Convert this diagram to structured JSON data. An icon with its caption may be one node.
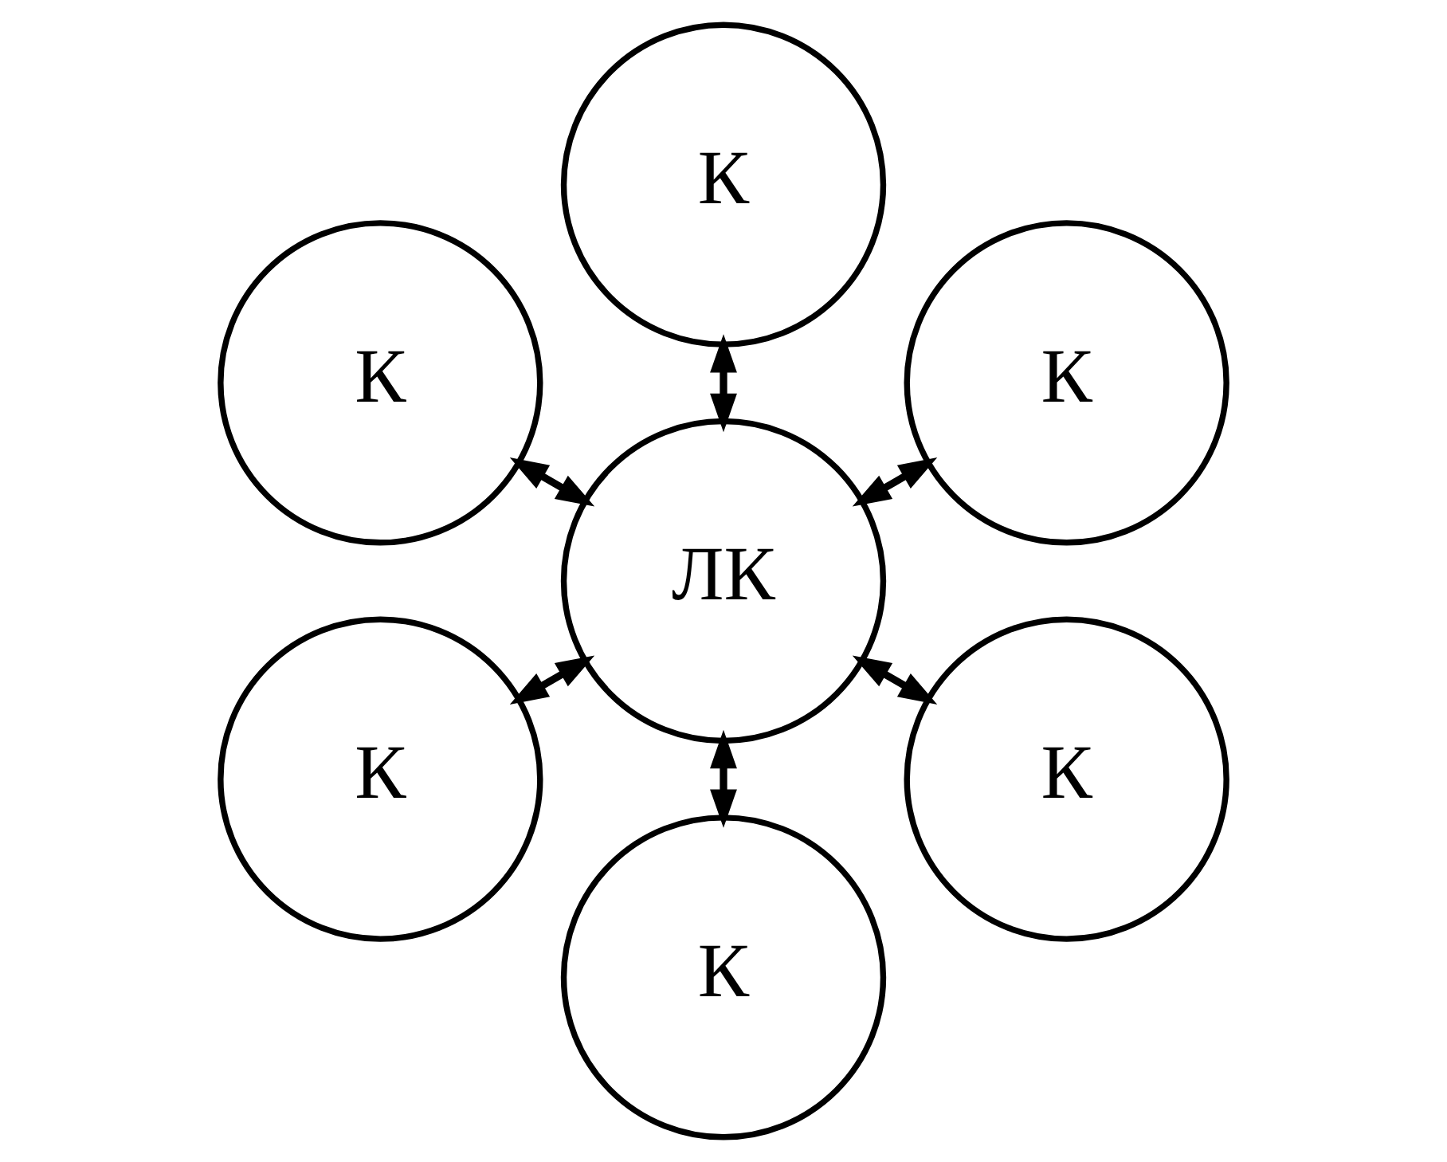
{
  "diagram": {
    "nodes": [
      {
        "text": [
          "К"
        ]
      },
      {
        "text": [
          "К"
        ]
      },
      {
        "text": [
          "К"
        ]
      },
      {
        "text": [
          "ЛК"
        ]
      },
      {
        "text": [
          "К"
        ]
      },
      {
        "text": [
          "К"
        ]
      },
      {
        "text": [
          "К"
        ]
      }
    ],
    "edges": [
      {
        "from": 3,
        "to": 0,
        "arrow": "both"
      },
      {
        "from": 3,
        "to": 1,
        "arrow": "both"
      },
      {
        "from": 3,
        "to": 2,
        "arrow": "both"
      },
      {
        "from": 3,
        "to": 4,
        "arrow": "both"
      },
      {
        "from": 3,
        "to": 5,
        "arrow": "both"
      },
      {
        "from": 3,
        "to": 6,
        "arrow": "both"
      }
    ]
  }
}
